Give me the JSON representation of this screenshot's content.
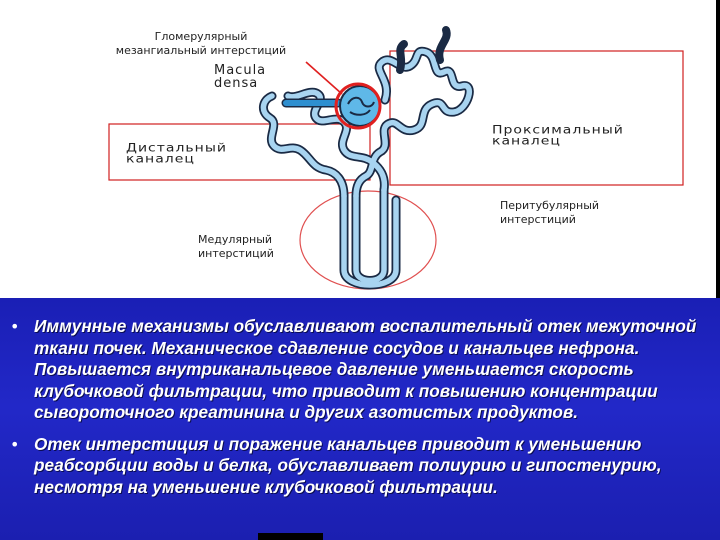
{
  "diagram": {
    "labels": {
      "glomerular": "Гломерулярный\nмезангиальный интерстиций",
      "macula": "Macula\ndensa",
      "distal": "Дистальный\nканалец",
      "proximal": "Проксимальный\nканалец",
      "peritubular": "Перитубулярный\nинтерстиций",
      "medullary": "Медулярный\nинтерстиций"
    },
    "colors": {
      "tubule_fill": "#a8d4f0",
      "tubule_outline": "#1a2a44",
      "distal_dark": "#2e8fd0",
      "highlight_red": "#e02020",
      "box_red": "#d02020",
      "circle_red": "#e05050",
      "glomerulus": "#5fb8e8"
    }
  },
  "text_panel": {
    "background": "#1e24c0",
    "bullets": [
      "Иммунные механизмы обуславливают воспалительный отек межуточной ткани почек. Механическое сдавление сосудов и канальцев нефрона. Повышается внутриканальцевое давление уменьшается скорость клубочковой фильтрации, что приводит к повышению концентрации сывороточного креатинина и других азотистых продуктов.",
      "Отек интерстиция и поражение канальцев приводит к уменьшению реабсорбции воды и белка, обуславливает полиурию и гипостенурию, несмотря на уменьшение клубочковой фильтрации."
    ]
  }
}
